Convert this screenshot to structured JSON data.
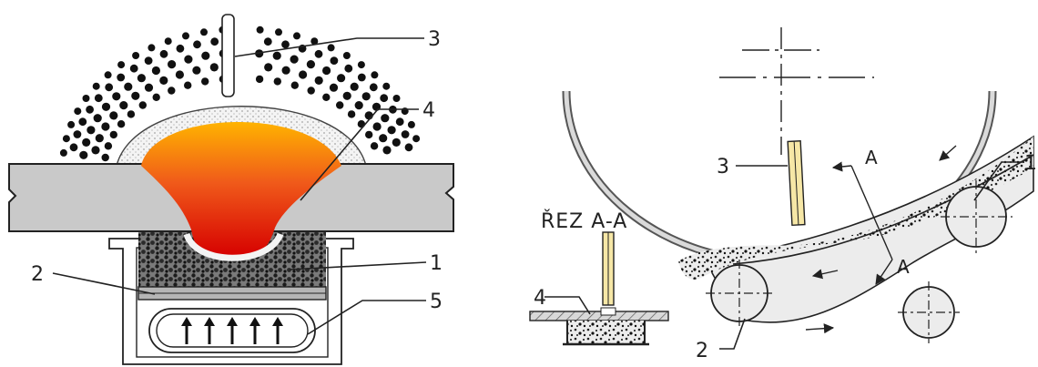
{
  "left": {
    "labels": {
      "electrode": "3",
      "plate": "4",
      "flux_backing": "1",
      "copper_bar": "2",
      "air_hose": "5"
    }
  },
  "right": {
    "labels": {
      "belt_flux": "1",
      "roller": "2",
      "electrode": "3",
      "plate": "4"
    },
    "section_title": "ŘEZ A-A",
    "section_mark_upper": "A",
    "section_mark_lower": "A"
  },
  "colors": {
    "plate_gray": "#c9c9c9",
    "pool_top": "#ffb300",
    "pool_mid": "#f05a1a",
    "pool_bottom": "#d60000",
    "belt_fill": "#ececec",
    "electrode_yellow": "#f6e7a6",
    "line": "#222222"
  }
}
